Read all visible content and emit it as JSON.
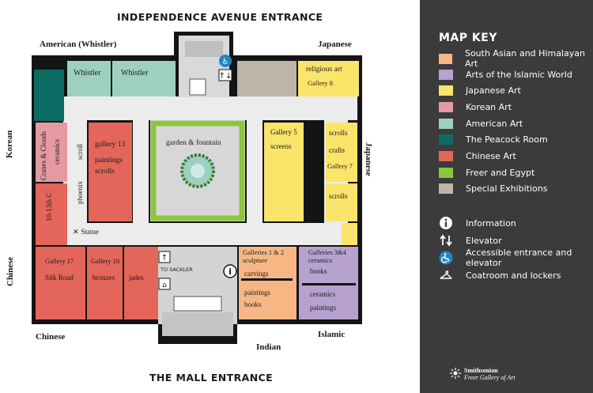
{
  "headings": {
    "top": "INDEPENDENCE AVENUE ENTRANCE",
    "bottom": "THE MALL ENTRANCE"
  },
  "sides": {
    "american": "American (Whistler)",
    "japanese_top": "Japanese",
    "korean": "Korean",
    "japanese_right": "Japanese",
    "chinese_left": "Chinese",
    "chinese_bottom": "Chinese",
    "indian": "Indian",
    "islamic": "Islamic"
  },
  "rooms": {
    "whistler1": "Whistler",
    "whistler2": "Whistler",
    "religious_art": "religious art",
    "gallery8": "Gallery 8",
    "cranes": "Cranes & Clouds",
    "ceramics_korean": "ceramics",
    "scroll": "scroll",
    "phoenix": "phoenix",
    "c10_13": "10-13th C",
    "gallery13": "gallery 13",
    "paintings13": "paintings",
    "scrolls13": "scrolls",
    "garden": "garden & fountain",
    "gallery5": "Gallery 5",
    "screens": "screens",
    "scrolls_a": "scrolls",
    "crafts": "crafts",
    "gallery7": "Gallery 7",
    "scrolls_b": "scrolls",
    "statue": "Statue",
    "gallery17": "Gallery 17",
    "silk_road": "Silk Road",
    "gallery18": "Gallery 18",
    "bronzes": "bronzes",
    "jades": "jades",
    "to_sackler": "TO SACKLER",
    "galleries12": "Galleries 1 & 2",
    "sculpture": "sculpture",
    "carvings": "carvings",
    "paintings_in": "paintings",
    "books_in": "books",
    "galleries34": "Galleries 3&4",
    "ceramics34": "ceramics",
    "books_is": "books",
    "ceramics_is": "ceramics",
    "paintings_is": "paintings"
  },
  "key": {
    "title": "MAP KEY",
    "categories": [
      {
        "label": "South Asian and Himalayan Art",
        "color": "#f6b784"
      },
      {
        "label": "Arts of the Islamic World",
        "color": "#b6a1cf"
      },
      {
        "label": "Japanese Art",
        "color": "#fbe46a"
      },
      {
        "label": "Korean Art",
        "color": "#e59aa2"
      },
      {
        "label": "American Art",
        "color": "#9ed0c0"
      },
      {
        "label": "The Peacock Room",
        "color": "#0c6b62"
      },
      {
        "label": "Chinese Art",
        "color": "#e4655a"
      },
      {
        "label": "Freer and Egypt",
        "color": "#8cc63f"
      },
      {
        "label": "Special Exhibitions",
        "color": "#bcb5a8"
      }
    ],
    "symbols": [
      {
        "label": "Information",
        "icon": "information-icon"
      },
      {
        "label": "Elevator",
        "icon": "elevator-icon"
      },
      {
        "label": "Accessible entrance and elevator",
        "icon": "accessible-icon"
      },
      {
        "label": "Coatroom and lockers",
        "icon": "coat-hanger-icon"
      }
    ]
  },
  "logo": {
    "line1": "Smithsonian",
    "line2": "Freer Gallery of Art"
  }
}
